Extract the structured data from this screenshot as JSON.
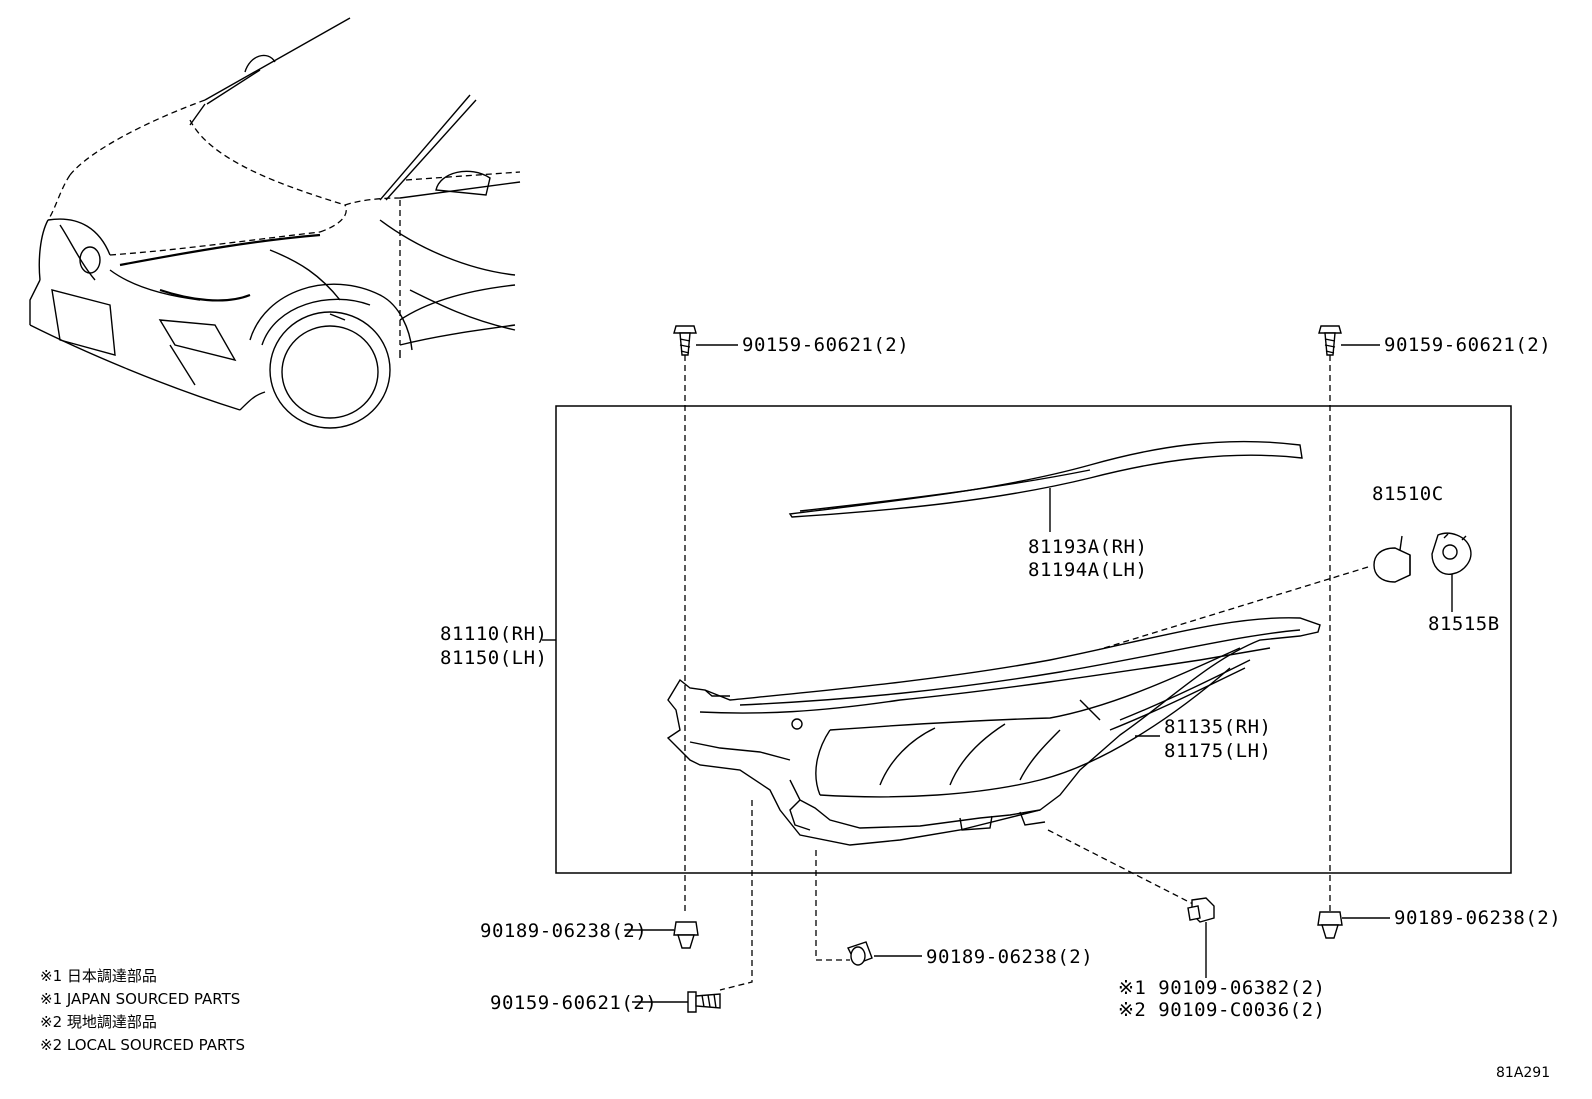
{
  "diagram": {
    "code": "81A291",
    "legend": [
      "※1 日本調達部品",
      "※1 JAPAN SOURCED PARTS",
      "※2 現地調達部品",
      "※2 LOCAL SOURCED PARTS"
    ],
    "labels": {
      "screw_top_left": "90159-60621(2)",
      "screw_top_right": "90159-60621(2)",
      "headlamp_assy_rh": "81110(RH)",
      "headlamp_assy_lh": "81150(LH)",
      "garnish_rh": "81193A(RH)",
      "garnish_lh": "81194A(LH)",
      "bulb": "81510C",
      "socket": "81515B",
      "housing_rh": "81135(RH)",
      "housing_lh": "81175(LH)",
      "nut_left": "90189-06238(2)",
      "nut_center": "90189-06238(2)",
      "nut_right": "90189-06238(2)",
      "screw_bottom_left": "90159-60621(2)",
      "bolt_jp": "※1 90109-06382(2)",
      "bolt_local": "※2 90109-C0036(2)"
    }
  }
}
